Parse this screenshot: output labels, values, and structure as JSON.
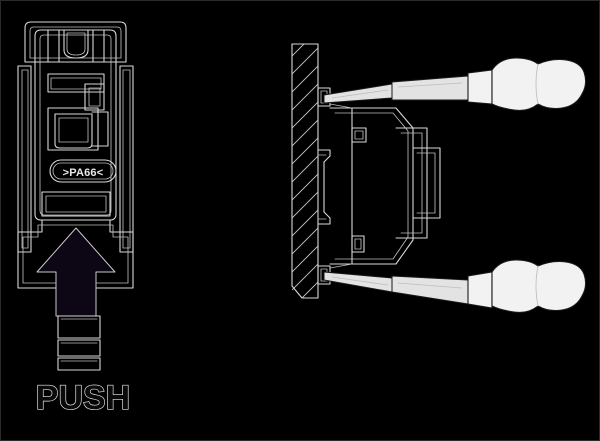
{
  "diagram": {
    "title": "Connector release instruction",
    "background_color": "#000000",
    "line_color": "#d8d8d8",
    "arrow_fill_color": "#0d0614",
    "handle_fill_color": "#f2f2f2",
    "panels": [
      {
        "id": "front-view",
        "name": "connector-front-view",
        "description": "Front elevation of connector housing with push arrow"
      },
      {
        "id": "section-view",
        "name": "connector-section-view",
        "description": "Side section through bulkhead panel with two screwdrivers engaging release slots"
      }
    ]
  },
  "labels": {
    "material_marking": ">PA66<",
    "push_instruction": "PUSH"
  },
  "components": {
    "left": {
      "housing": "connector-housing",
      "latch_window": "latch-window",
      "material_badge": "material-marking-badge",
      "push_arrow": "push-direction-arrow",
      "ribbed_stem": "ribbed-stem",
      "push_label": "push-label"
    },
    "right": {
      "panel": "bulkhead-panel",
      "panel_hatch": "section-hatching",
      "connector_body": "connector-body",
      "latch_detail_upper": "upper-latch-detail",
      "latch_detail_lower": "lower-latch-detail",
      "screwdriver_upper": "upper-screwdriver",
      "screwdriver_lower": "lower-screwdriver",
      "blade_upper": "upper-screwdriver-blade",
      "blade_lower": "lower-screwdriver-blade",
      "handle_upper": "upper-screwdriver-handle",
      "handle_lower": "lower-screwdriver-handle"
    }
  }
}
